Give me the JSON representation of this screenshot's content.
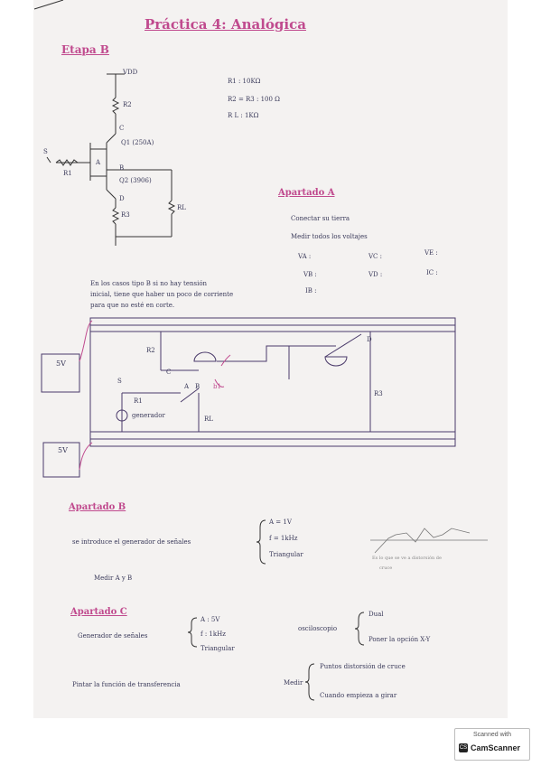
{
  "title": "Práctica 4: Analógica",
  "etapa": "Etapa B",
  "schematic": {
    "vdd": "VDD",
    "r2": "R2",
    "c": "C",
    "q1": "Q1 (250A)",
    "s": "S",
    "a": "A",
    "r1": "R1",
    "b": "B",
    "q2": "Q2 (3906)",
    "d": "D",
    "r3": "R3",
    "rl": "RL"
  },
  "values": [
    "R1 : 10KΩ",
    "R2 = R3 : 100 Ω",
    "R L : 1KΩ"
  ],
  "apartado_a": {
    "heading": "Apartado A",
    "lines": [
      "Conectar su tierra",
      "Medir todos los voltajes"
    ],
    "measures": [
      "VA :",
      "VC :",
      "VE :",
      "VB :",
      "VD :",
      "IC :",
      "IB :"
    ]
  },
  "note": [
    "En los casos tipo B si no hay tensión",
    "inicial, tiene que haber un poco de corriente",
    "para que no esté en corte."
  ],
  "breadboard": {
    "ps1": "5V",
    "ps2": "5V",
    "r2": "R2",
    "c": "C",
    "s": "S",
    "a": "A",
    "b": "B",
    "r1": "R1",
    "gen": "generador",
    "rl": "RL",
    "d": "D",
    "r3": "R3",
    "mark": "b1"
  },
  "apartado_b": {
    "heading": "Apartado B",
    "intro": "se introduce el generador de señales",
    "params": [
      "A = 1V",
      "f = 1kHz",
      "Triangular"
    ],
    "measure": "Medir A y B",
    "wave_note": [
      "Es lo que se ve a distorsión de",
      "cruce"
    ]
  },
  "apartado_c": {
    "heading": "Apartado C",
    "gen": "Generador de señales",
    "params": [
      "A : 5V",
      "f : 1kHz",
      "Triangular"
    ],
    "osc": "osciloscopio",
    "osc_opts": [
      "Dual",
      "Poner la opción X-Y"
    ],
    "plot": "Pintar la función de transferencia",
    "medir": "Medir",
    "medir_opts": [
      "Puntos distorsión de cruce",
      "Cuando empieza a girar"
    ]
  },
  "scanner": {
    "top": "Scanned with",
    "brand": "CamScanner",
    "logo": "CS"
  }
}
